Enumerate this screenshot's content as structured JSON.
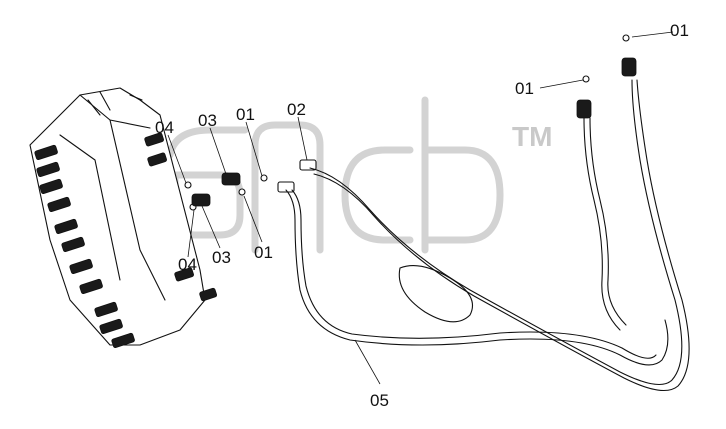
{
  "callouts": {
    "top_right_01": "01",
    "upper_01": "01",
    "label_04_top": "04",
    "label_03_top": "03",
    "label_01_mid": "01",
    "label_02": "02",
    "label_03_bottom": "03",
    "label_01_bottom": "01",
    "label_04_bottom": "04",
    "label_05": "05"
  },
  "watermark": {
    "trademark": "TM"
  }
}
